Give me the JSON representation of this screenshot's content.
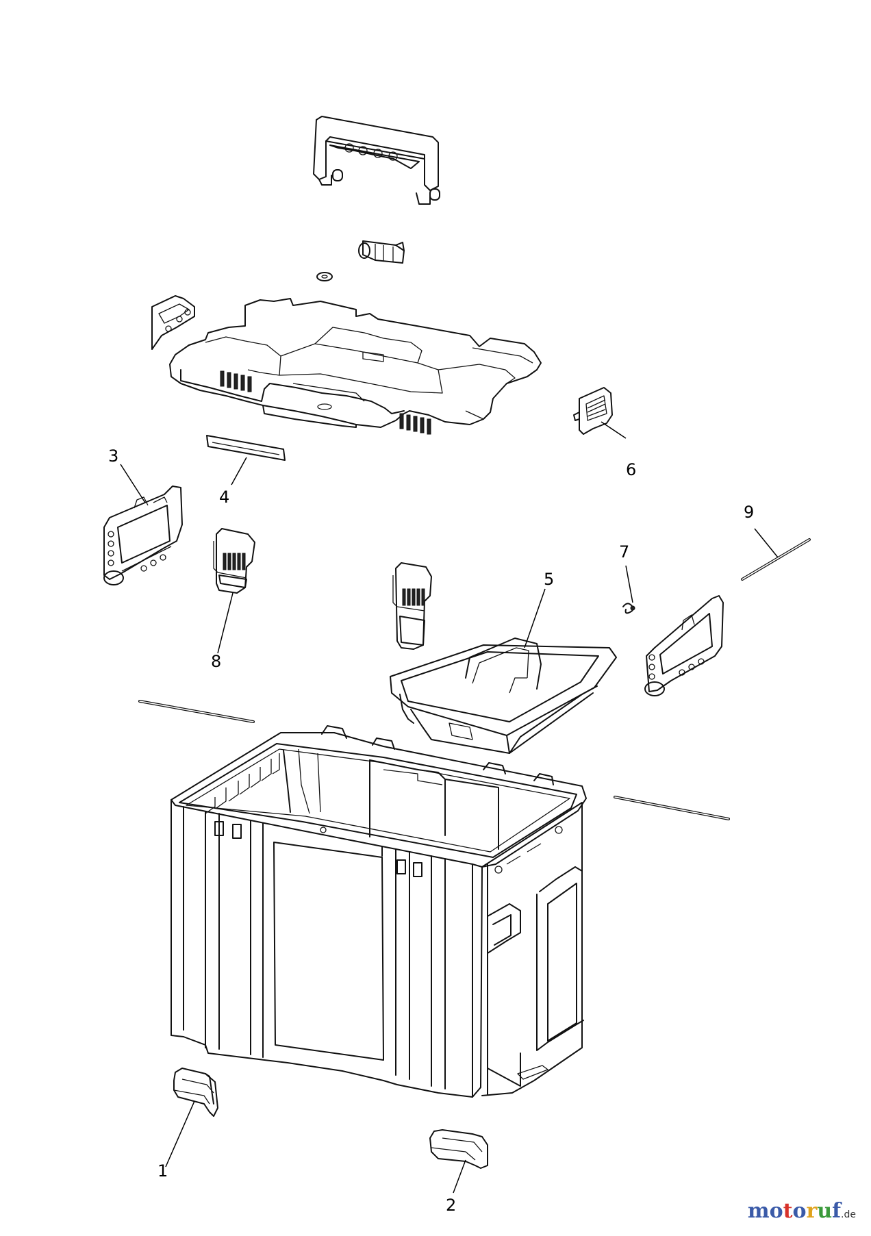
{
  "callouts": [
    {
      "label": "1"
    },
    {
      "label": "2"
    },
    {
      "label": "3"
    },
    {
      "label": "4"
    },
    {
      "label": "5"
    },
    {
      "label": "6"
    },
    {
      "label": "7"
    },
    {
      "label": "8"
    },
    {
      "label": "9"
    }
  ],
  "watermark": {
    "text": "motoruf",
    "suffix": ".de",
    "letter_colors": [
      "#3a5aa8",
      "#3a5aa8",
      "#d7322a",
      "#3a5aa8",
      "#e0a21c",
      "#3a9a3a",
      "#3a5aa8"
    ]
  }
}
